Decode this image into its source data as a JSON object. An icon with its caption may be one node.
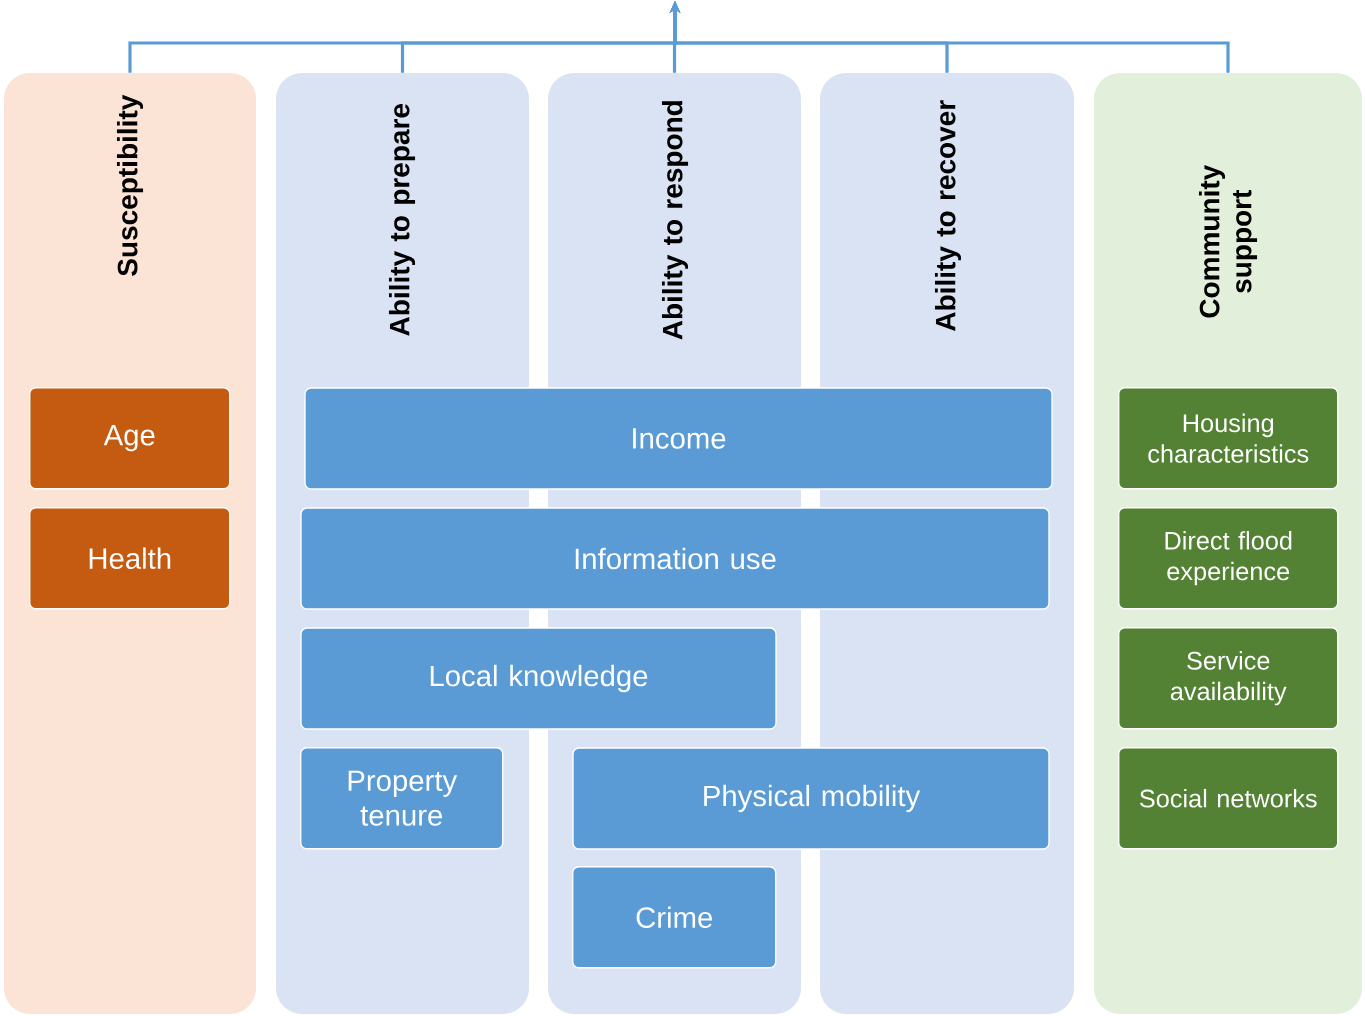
{
  "diagram": {
    "nodes": [
      {
        "text": [
          "Susceptibility"
        ]
      },
      {
        "text": [
          "Age"
        ],
        "in": 0
      },
      {
        "text": [
          "Health"
        ],
        "in": 0
      },
      {
        "text": [
          "Ability to prepare"
        ]
      },
      {
        "text": [
          "Ability to respond"
        ]
      },
      {
        "text": [
          "Ability to recover"
        ]
      },
      {
        "text": [
          "Community support"
        ]
      },
      {
        "text": [
          "Income"
        ]
      },
      {
        "text": [
          "Information use"
        ]
      },
      {
        "text": [
          "Local knowledge"
        ]
      },
      {
        "text": [
          "Property tenure"
        ],
        "in": 3
      },
      {
        "text": [
          "Physical mobility"
        ]
      },
      {
        "text": [
          "Crime"
        ],
        "in": 4
      },
      {
        "text": [
          "Housing characteristics"
        ],
        "in": 6
      },
      {
        "text": [
          "Direct flood experience"
        ],
        "in": 6
      },
      {
        "text": [
          "Service availability"
        ],
        "in": 6
      },
      {
        "text": [
          "Social networks"
        ],
        "in": 6
      }
    ],
    "edges": [
      {
        "from": 0,
        "to": null,
        "arrow": "to"
      },
      {
        "from": 3,
        "to": null,
        "arrow": "to"
      },
      {
        "from": 4,
        "to": null,
        "arrow": "to"
      },
      {
        "from": 5,
        "to": null,
        "arrow": "to"
      },
      {
        "from": 6,
        "to": null,
        "arrow": "to"
      }
    ]
  }
}
